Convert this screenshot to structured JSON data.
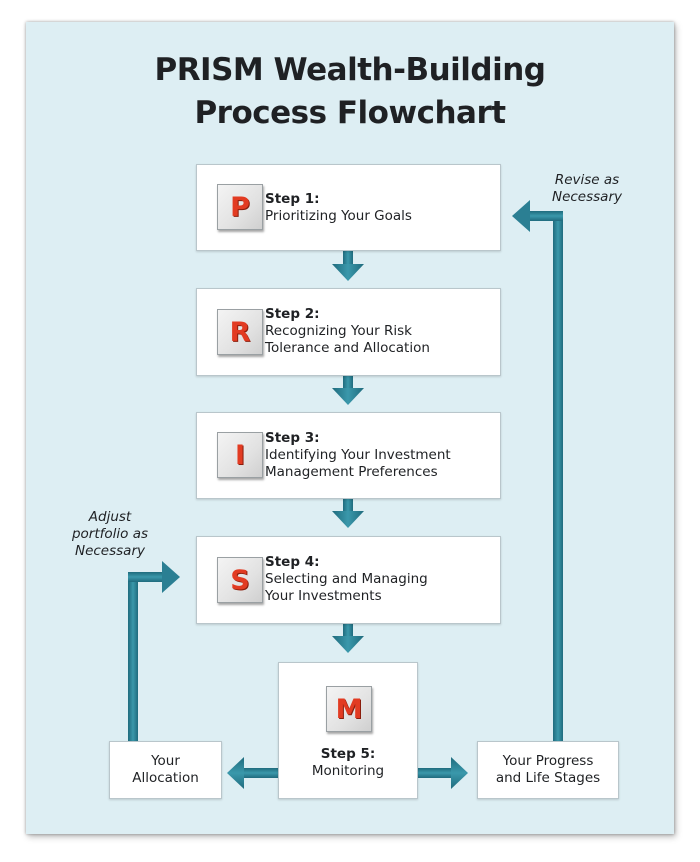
{
  "title": {
    "line1": "PRISM Wealth-Building",
    "line2": "Process Flowchart"
  },
  "steps": [
    {
      "letter": "P",
      "step": "Step 1:",
      "desc": "Prioritizing Your Goals"
    },
    {
      "letter": "R",
      "step": "Step 2:",
      "desc_line1": "Recognizing Your Risk",
      "desc_line2": "Tolerance and Allocation"
    },
    {
      "letter": "I",
      "step": "Step 3:",
      "desc_line1": "Identifying Your Investment",
      "desc_line2": "Management Preferences"
    },
    {
      "letter": "S",
      "step": "Step 4:",
      "desc_line1": "Selecting and Managing",
      "desc_line2": "Your Investments"
    },
    {
      "letter": "M",
      "step": "Step 5:",
      "desc": "Monitoring"
    }
  ],
  "side_boxes": {
    "allocation": {
      "line1": "Your",
      "line2": "Allocation"
    },
    "progress": {
      "line1": "Your Progress",
      "line2": "and Life Stages"
    }
  },
  "notes": {
    "revise": {
      "line1": "Revise as",
      "line2": "Necessary"
    },
    "adjust": {
      "line1": "Adjust",
      "line2": "portfolio as",
      "line3": "Necessary"
    }
  },
  "colors": {
    "arrow": "#2b7f93",
    "letter": "#e23b22",
    "panel": "#ddeef3"
  }
}
